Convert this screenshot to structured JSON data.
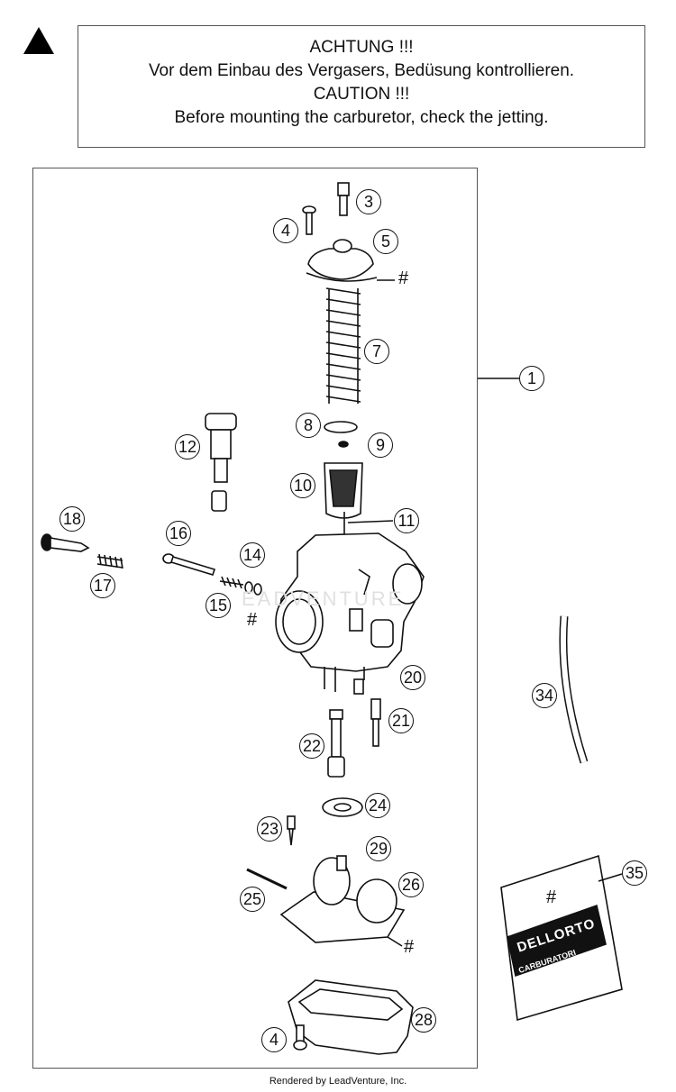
{
  "notice": {
    "line1": "ACHTUNG !!!",
    "line2": "Vor dem Einbau des Vergasers, Bedüsung kontrollieren.",
    "line3": "CAUTION !!!",
    "line4": "Before mounting the carburetor, check the jetting."
  },
  "callouts": {
    "c1": "1",
    "c3": "3",
    "c4a": "4",
    "c5": "5",
    "c7": "7",
    "c8": "8",
    "c9": "9",
    "c10": "10",
    "c11": "11",
    "c12": "12",
    "c14": "14",
    "c15": "15",
    "c16": "16",
    "c17": "17",
    "c18": "18",
    "c20": "20",
    "c21": "21",
    "c22": "22",
    "c23": "23",
    "c24": "24",
    "c25": "25",
    "c26": "26",
    "c28": "28",
    "c29": "29",
    "c34": "34",
    "c35": "35",
    "c4b": "4"
  },
  "hash_mark": "#",
  "packet": {
    "brand": "DELLORTO",
    "label": "CARBURATORI"
  },
  "footer": "Rendered by LeadVenture, Inc."
}
